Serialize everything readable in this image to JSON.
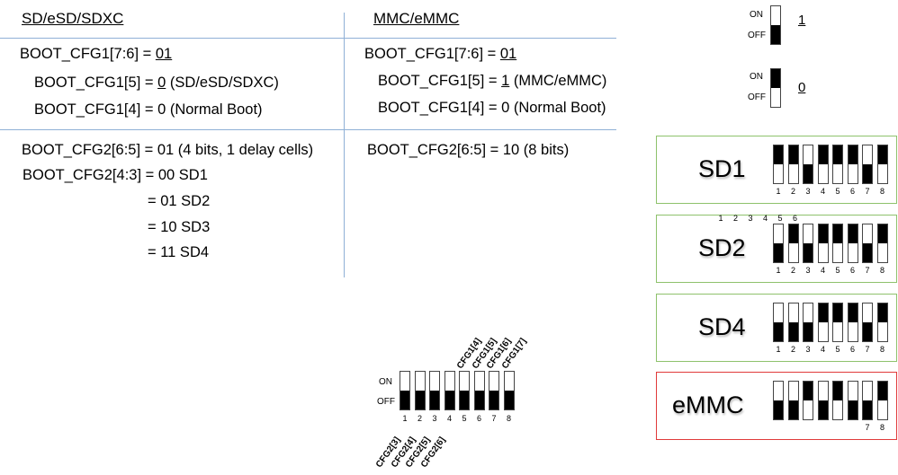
{
  "left": {
    "header": "SD/eSD/SDXC",
    "cfg1": [
      {
        "label": "BOOT_CFG1[7:6] = ",
        "value": "01",
        "suffix": ""
      },
      {
        "label": "BOOT_CFG1[5] = ",
        "value": "0",
        "suffix": " (SD/eSD/SDXC)"
      },
      {
        "label": "BOOT_CFG1[4] = 0 (Normal Boot)",
        "value": "",
        "suffix": ""
      }
    ],
    "cfg2": [
      "BOOT_CFG2[6:5] = 01 (4 bits, 1 delay cells)",
      "BOOT_CFG2[4:3] = 00 SD1",
      "= 01 SD2",
      "= 10 SD3",
      "= 11 SD4"
    ]
  },
  "right": {
    "header": "MMC/eMMC",
    "cfg1": [
      {
        "label": "BOOT_CFG1[7:6] = ",
        "value": "01",
        "suffix": ""
      },
      {
        "label": "BOOT_CFG1[5] = ",
        "value": "1",
        "suffix": " (MMC/eMMC)"
      },
      {
        "label": "BOOT_CFG1[4] = 0 (Normal Boot)",
        "value": "",
        "suffix": ""
      }
    ],
    "cfg2": [
      "BOOT_CFG2[6:5] = 10 (8 bits)"
    ]
  },
  "legend": {
    "on_label": "ON",
    "off_label": "OFF",
    "one": {
      "value": "1",
      "state": "off"
    },
    "zero": {
      "value": "0",
      "state": "on"
    }
  },
  "panels": [
    {
      "name": "SD1",
      "switches": [
        "on",
        "on",
        "off",
        "on",
        "on",
        "on",
        "off",
        "on"
      ],
      "numbers": [
        "1",
        "2",
        "3",
        "4",
        "5",
        "6",
        "7",
        "8"
      ],
      "extra_numbers": [],
      "border": "#8ec26c"
    },
    {
      "name": "SD2",
      "switches": [
        "off",
        "on",
        "off",
        "on",
        "on",
        "on",
        "off",
        "on"
      ],
      "numbers": [
        "1",
        "2",
        "3",
        "4",
        "5",
        "6",
        "7",
        "8"
      ],
      "extra_numbers": [
        "1",
        "2",
        "3",
        "4",
        "5",
        "6"
      ],
      "border": "#8ec26c"
    },
    {
      "name": "SD4",
      "switches": [
        "off",
        "off",
        "off",
        "on",
        "on",
        "on",
        "off",
        "on"
      ],
      "numbers": [
        "1",
        "2",
        "3",
        "4",
        "5",
        "6",
        "7",
        "8"
      ],
      "extra_numbers": [],
      "border": "#8ec26c"
    },
    {
      "name": "eMMC",
      "switches": [
        "off",
        "off",
        "on",
        "off",
        "on",
        "off",
        "off",
        "on"
      ],
      "numbers": [
        "7",
        "8"
      ],
      "extra_numbers": [],
      "border": "#e03a3a"
    }
  ],
  "bottom_switch": {
    "on_label": "ON",
    "off_label": "OFF",
    "switches": [
      "off",
      "off",
      "off",
      "off",
      "off",
      "off",
      "off",
      "off"
    ],
    "numbers": [
      "1",
      "2",
      "3",
      "4",
      "5",
      "6",
      "7",
      "8"
    ],
    "top_labels": [
      "CFG1[4]",
      "CFG1[5]",
      "CFG1[6]",
      "CFG1[7]"
    ],
    "bottom_labels": [
      "CFG2[3]",
      "CFG2[4]",
      "CFG2[5]",
      "CFG2[6]"
    ]
  }
}
